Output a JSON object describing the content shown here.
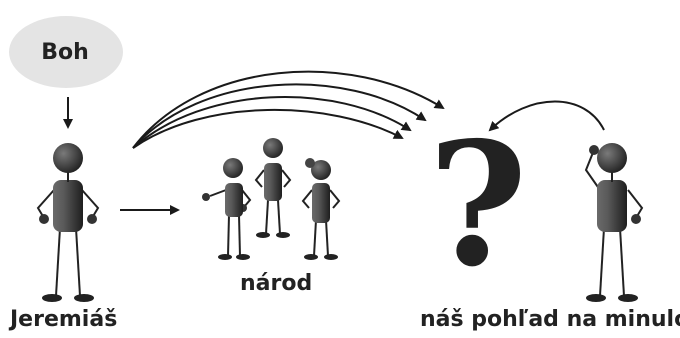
{
  "labels": {
    "god": "Boh",
    "jeremiah": "Jeremiáš",
    "nation": "národ",
    "our_view": "náš pohľad na minulosť",
    "question": "?"
  },
  "colors": {
    "cloud": "#e4e4e4",
    "figure": "#3a3a3a",
    "arrow": "#1a1a1a"
  }
}
